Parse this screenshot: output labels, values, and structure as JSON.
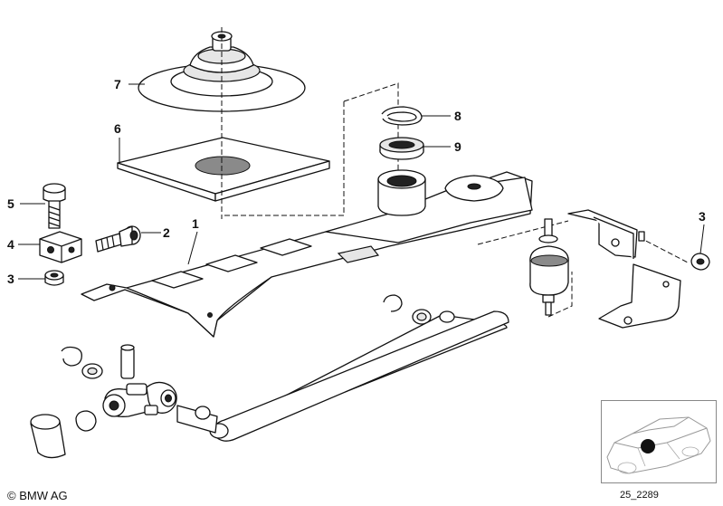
{
  "callouts": {
    "c1": "1",
    "c2": "2",
    "c3a": "3",
    "c3b": "3",
    "c4": "4",
    "c5": "5",
    "c6": "6",
    "c7": "7",
    "c8": "8",
    "c9": "9"
  },
  "footer": {
    "copyright": "© BMW AG",
    "reference": "25_2289"
  },
  "colors": {
    "line": "#111111",
    "background": "#ffffff",
    "marker": "#111111"
  }
}
